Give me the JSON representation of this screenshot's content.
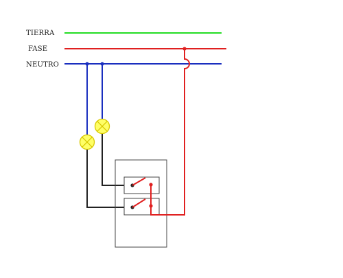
{
  "labels": {
    "tierra": "TIERRA",
    "fase": "FASE",
    "neutro": "NEUTRO"
  },
  "colors": {
    "tierra": "#22dd22",
    "fase": "#e02020",
    "neutro": "#1a2fbf",
    "return": "#222222",
    "lamp_fill": "#ffff66",
    "lamp_stroke": "#d8c800",
    "box_stroke": "#444444"
  },
  "icons": {
    "lamp": "lamp-icon",
    "switch": "switch-icon",
    "junction": "junction-dot"
  }
}
